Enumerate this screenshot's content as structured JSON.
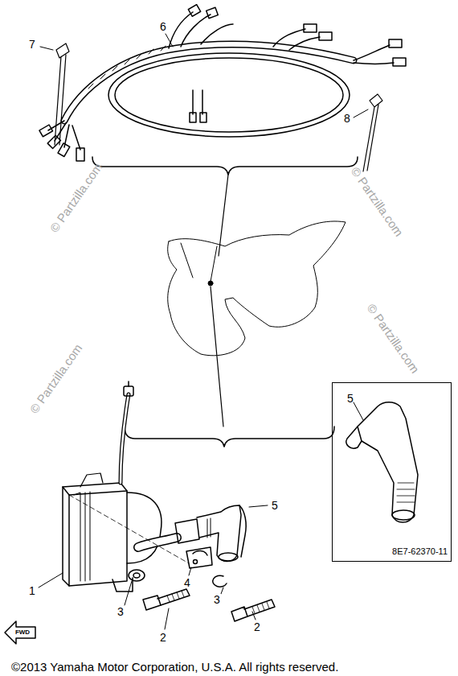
{
  "diagram": {
    "caption": "©2013  Yamaha Motor Corporation, U.S.A. All rights reserved.",
    "nodes": [
      {
        "text": [
          "5",
          "8E7-62370-11"
        ]
      }
    ],
    "labels": [
      "© Partzilla.com",
      "7",
      "6",
      "© Partzilla.com",
      "8",
      "© Partzilla.com",
      "© Partzilla.com",
      "1",
      "5",
      "4",
      "3",
      "2",
      "3",
      "2",
      "FWD"
    ]
  }
}
